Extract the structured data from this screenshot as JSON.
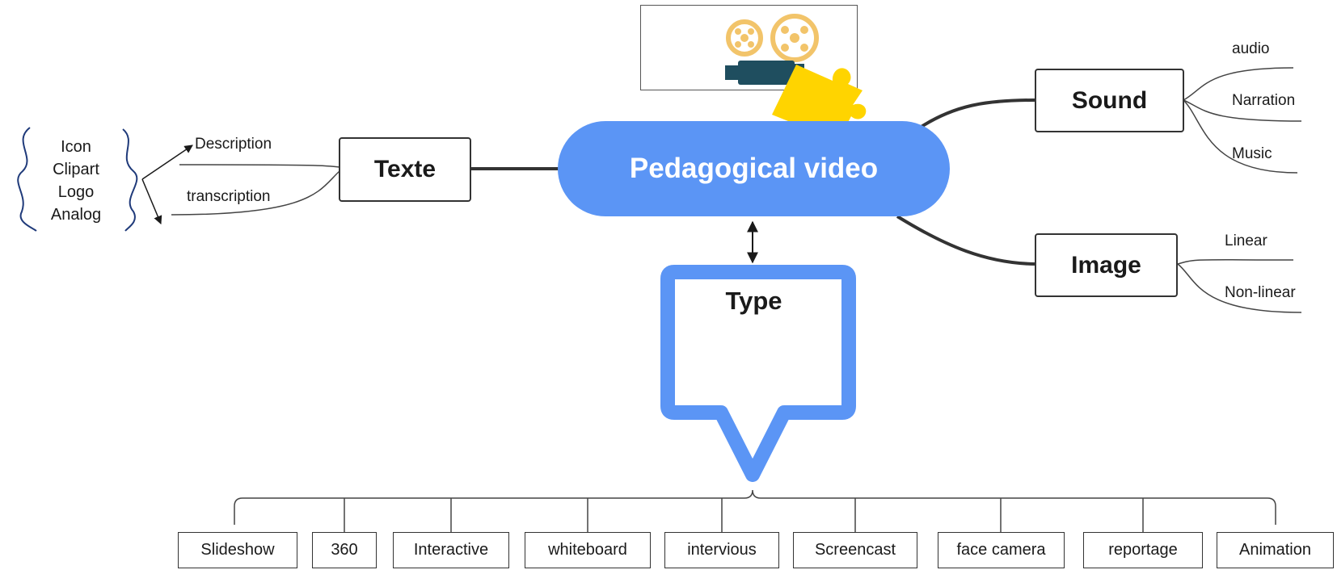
{
  "diagram": {
    "central": "Pedagogical video",
    "type_title": "Type",
    "branches": {
      "texte": {
        "label": "Texte",
        "children": [
          "Description",
          "transcription"
        ],
        "forms": [
          "Icon",
          "Clipart",
          "Logo",
          "Analog"
        ]
      },
      "sound": {
        "label": "Sound",
        "children": [
          "audio",
          "Narration",
          "Music"
        ]
      },
      "image": {
        "label": "Image",
        "children": [
          "Linear",
          "Non-linear"
        ]
      }
    },
    "types": [
      "Slideshow",
      "360",
      "Interactive",
      "whiteboard",
      "intervious",
      "Screencast",
      "face camera",
      "reportage",
      "Animation"
    ]
  },
  "colors": {
    "central_fill": "#5b95f5",
    "callout_stroke": "#5b95f5",
    "puzzle": "#ffd400",
    "reel": "#f2c46a",
    "camera": "#1f4e5f",
    "box_stroke": "#333333"
  },
  "icons": [
    "film-reel-icon",
    "film-camera-icon",
    "puzzle-piece-icon"
  ]
}
